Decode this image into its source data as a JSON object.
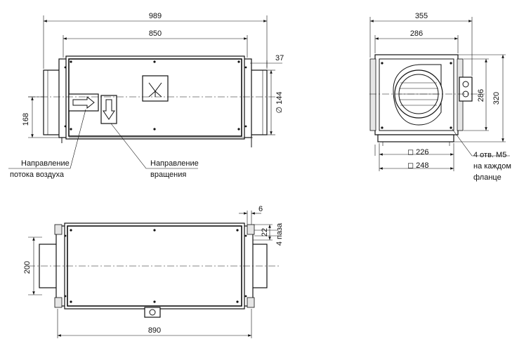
{
  "dimensions": {
    "top_view_overall": "989",
    "top_view_body": "850",
    "flange_length": "37",
    "duct_diameter": "∅ 144",
    "center_height": "168",
    "side_overall": "355",
    "side_body": "286",
    "side_height_inner": "286",
    "side_height_outer": "320",
    "flange_square_inner": "◻ 226",
    "flange_square_outer": "◻ 248",
    "bottom_width": "200",
    "bottom_length": "890",
    "slot_offset": "6",
    "slot_depth": "22",
    "slot_count": "4 паза"
  },
  "labels": {
    "airflow_line1": "Направление",
    "airflow_line2": "потока воздуха",
    "rotation_line1": "Направление",
    "rotation_line2": "вращения",
    "holes_line1": "4 отв. М5",
    "holes_line2": "на каждом",
    "holes_line3": "фланце"
  }
}
